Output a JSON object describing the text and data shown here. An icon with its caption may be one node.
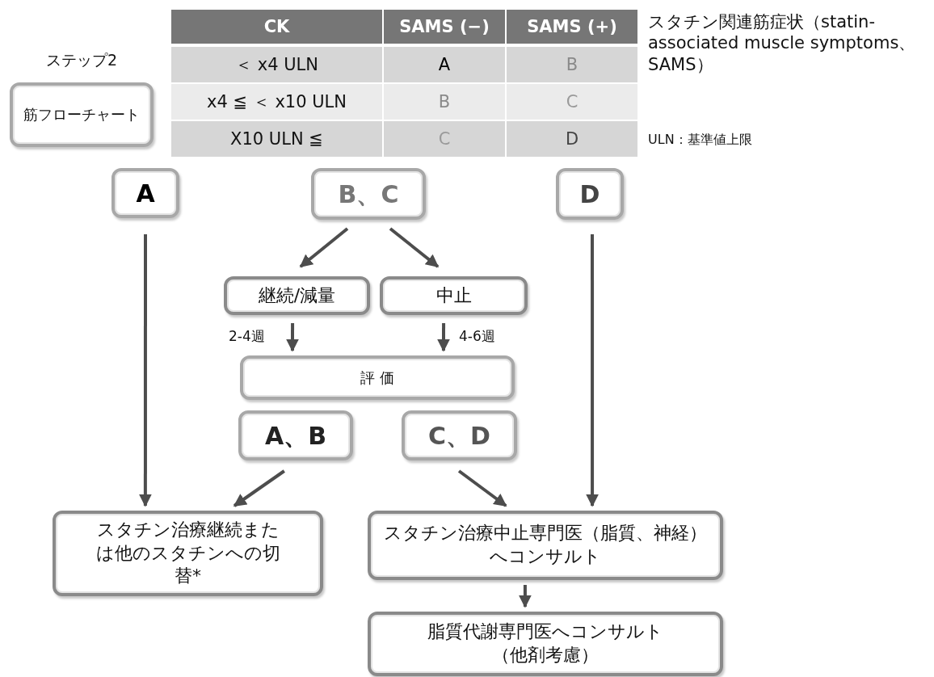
{
  "diagram": {
    "nodes": [
      {
        "text": [
          "ステップ2",
          "筋フローチャート"
        ]
      },
      {
        "text": [
          "A"
        ]
      },
      {
        "text": [
          "B、C"
        ]
      },
      {
        "text": [
          "D"
        ]
      },
      {
        "text": [
          "継続/減量"
        ]
      },
      {
        "text": [
          "中止"
        ]
      },
      {
        "text": [
          "評 価"
        ]
      },
      {
        "text": [
          "A、B"
        ]
      },
      {
        "text": [
          "C、D"
        ]
      },
      {
        "text": [
          "スタチン治療継続または他のスタチンへの切替*"
        ]
      },
      {
        "text": [
          "スタチン治療中止専門医（脂質、神経）へコンサルト"
        ]
      },
      {
        "text": [
          "脂質代謝専門医へコンサルト（他剤考慮）"
        ]
      }
    ],
    "edges": [
      {
        "from": 1,
        "to": 9,
        "arrow": "to"
      },
      {
        "from": 2,
        "to": 4,
        "arrow": "to"
      },
      {
        "from": 2,
        "to": 5,
        "arrow": "to"
      },
      {
        "from": 4,
        "to": 6,
        "arrow": "to",
        "label": "2-4週"
      },
      {
        "from": 5,
        "to": 6,
        "arrow": "to",
        "label": "4-6週"
      },
      {
        "from": 7,
        "to": 9,
        "arrow": "to"
      },
      {
        "from": 8,
        "to": 10,
        "arrow": "to"
      },
      {
        "from": 3,
        "to": 10,
        "arrow": "to"
      },
      {
        "from": 10,
        "to": 11,
        "arrow": "to"
      }
    ],
    "labels": [
      "CK",
      "SAMS (−)",
      "SAMS (+)",
      "＜ x4 ULN",
      "A",
      "B",
      "x4 ≦ ＜ x10 ULN",
      "B",
      "C",
      "X10 ULN ≦",
      "C",
      "D",
      "スタチン関連筋症状（statin-associated muscle symptoms、SAMS）",
      "ULN：基準値上限"
    ]
  }
}
